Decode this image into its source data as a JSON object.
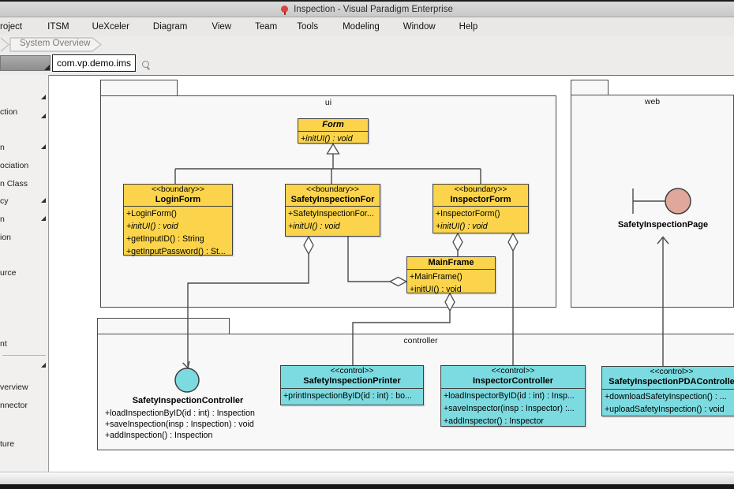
{
  "window": {
    "title": "Inspection - Visual Paradigm Enterprise"
  },
  "menu": {
    "items": [
      "roject",
      "ITSM",
      "UeXceler",
      "Diagram",
      "View",
      "Team",
      "Tools",
      "Modeling",
      "Window",
      "Help"
    ]
  },
  "breadcrumb": {
    "label": "System Overview"
  },
  "diagram_tab": {
    "label": "com.vp.demo.ims"
  },
  "palette": {
    "items": [
      {
        "label": "ction"
      },
      {
        "label": "n"
      },
      {
        "label": "ociation"
      },
      {
        "label": "n Class"
      },
      {
        "label": "cy"
      },
      {
        "label": "n"
      },
      {
        "label": "ion"
      },
      {
        "label": "urce"
      },
      {
        "label": "nt"
      },
      {
        "label": "verview"
      },
      {
        "label": "nnector"
      },
      {
        "label": "ture"
      }
    ]
  },
  "packages": {
    "ui": "ui",
    "web": "web",
    "controller": "controller"
  },
  "classes": {
    "form": {
      "name": "Form",
      "ops": [
        "+initUI() : void"
      ]
    },
    "loginForm": {
      "stereotype": "<<boundary>>",
      "name": "LoginForm",
      "ops": [
        "+LoginForm()",
        "+initUI() : void",
        "+getInputID() : String",
        "+getInputPassword() : St..."
      ]
    },
    "safetyInspectionForm": {
      "stereotype": "<<boundary>>",
      "name": "SafetyInspectionFor",
      "ops": [
        "+SafetyInspectionFor...",
        "+initUI() : void"
      ]
    },
    "inspectorForm": {
      "stereotype": "<<boundary>>",
      "name": "InspectorForm",
      "ops": [
        "+InspectorForm()",
        "+initUI() : void"
      ]
    },
    "mainFrame": {
      "name": "MainFrame",
      "ops": [
        "+MainFrame()",
        "+initUI() : void"
      ]
    },
    "safetyInspectionPrinter": {
      "stereotype": "<<control>>",
      "name": "SafetyInspectionPrinter",
      "ops": [
        "+printInspectionByID(id : int) : bo..."
      ]
    },
    "inspectorController": {
      "stereotype": "<<control>>",
      "name": "InspectorController",
      "ops": [
        "+loadInspectorByID(id : int) : Insp...",
        "+saveInspector(insp : Inspector) :...",
        "+addInspector() : Inspector"
      ]
    },
    "safetyInspectionPDAController": {
      "stereotype": "<<control>>",
      "name": "SafetyInspectionPDAControlle",
      "ops": [
        "+downloadSafetyInspection() : ...",
        "+uploadSafetyInspection() : void"
      ]
    },
    "safetyInspectionController": {
      "name": "SafetyInspectionController",
      "ops": [
        "+loadInspectionByID(id : int) : Inspection",
        "+saveInspection(insp : Inspection) : void",
        "+addInspection() : Inspection"
      ]
    },
    "safetyInspectionPage": {
      "name": "SafetyInspectionPage"
    }
  },
  "colors": {
    "class_fill": "#FBD44B",
    "class_border": "#3f3f3f",
    "control_fill": "#7CDBE0",
    "page_circle_fill": "#E0A89C",
    "package_fill": "#F8F8F8",
    "line": "#4a4a4a",
    "pin": "#d6453e"
  }
}
